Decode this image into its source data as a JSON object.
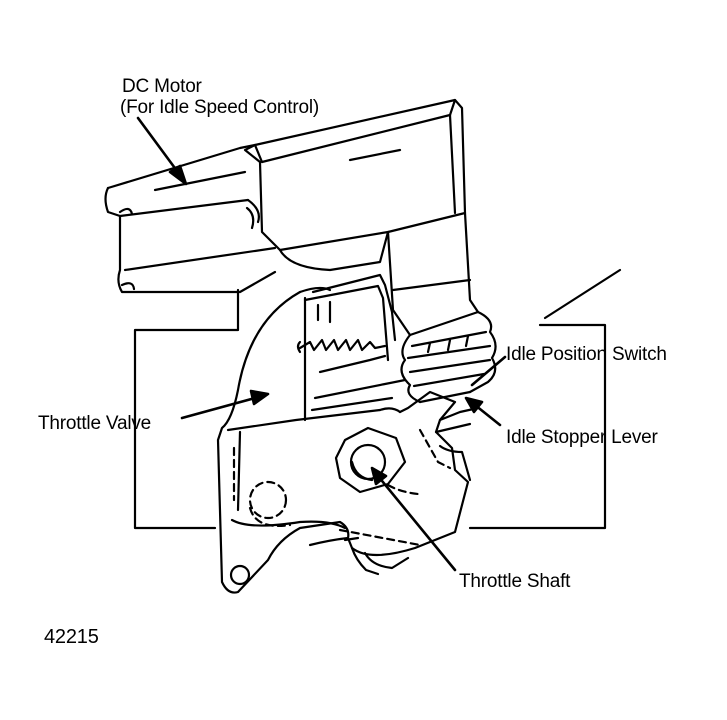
{
  "labels": {
    "dc_motor_line1": "DC Motor",
    "dc_motor_line2": "(For Idle Speed Control)",
    "throttle_valve": "Throttle Valve",
    "idle_position_switch": "Idle Position Switch",
    "idle_stopper_lever": "Idle Stopper Lever",
    "throttle_shaft": "Throttle Shaft"
  },
  "figure_number": "42215",
  "colors": {
    "ink": "#000000",
    "paper": "#ffffff"
  }
}
